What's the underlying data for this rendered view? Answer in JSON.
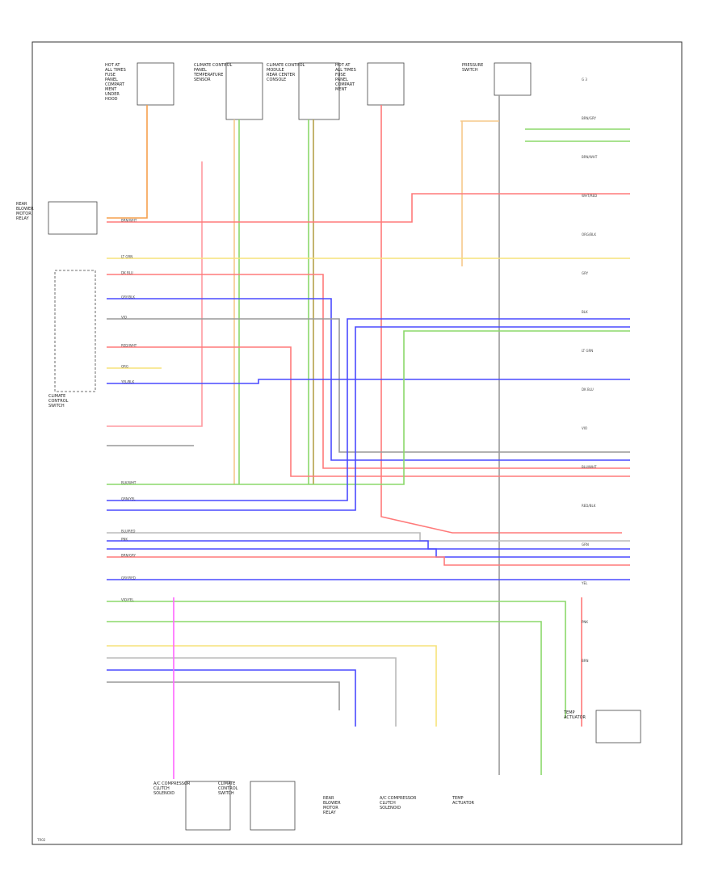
{
  "diagram": {
    "components": [
      {
        "id": "fuse-a",
        "lines": [
          "HOT AT",
          "ALL TIMES",
          "FUSE",
          "PANEL",
          "COMPART",
          "MENT",
          "UNDER",
          "HOOD"
        ]
      },
      {
        "id": "climate-panel",
        "lines": [
          "CLIMATE CONTROL",
          "PANEL",
          "TEMPERATURE",
          "SENSOR"
        ]
      },
      {
        "id": "climate-module",
        "lines": [
          "CLIMATE CONTROL",
          "MODULE",
          "REAR CENTER",
          "CONSOLE"
        ]
      },
      {
        "id": "fuse-b",
        "lines": [
          "HOT AT",
          "ALL TIMES",
          "FUSE",
          "PANEL",
          "COMPART",
          "MENT"
        ]
      },
      {
        "id": "pressure-switch",
        "lines": [
          "PRESSURE",
          "SWITCH"
        ]
      },
      {
        "id": "rear-blower",
        "lines": [
          "REAR",
          "BLOWER",
          "MOTOR",
          "RELAY"
        ]
      },
      {
        "id": "ac-clutch",
        "lines": [
          "A/C COMPRESSOR",
          "CLUTCH",
          "SOLENOID"
        ]
      },
      {
        "id": "climate-switch",
        "lines": [
          "CLIMATE",
          "CONTROL",
          "SWITCH"
        ]
      },
      {
        "id": "temp-actuator",
        "lines": [
          "TEMP",
          "ACTUATOR"
        ]
      }
    ],
    "small_labels": [
      "G 3",
      "BRN/GRY",
      "BRN/WHT",
      "WHT/RED",
      "ORG/BLK",
      "GRY",
      "BLK",
      "LT GRN",
      "DK BLU",
      "VIO",
      "BLU/WHT",
      "RED/BLK",
      "GRN",
      "YEL",
      "PNK",
      "BRN"
    ],
    "wire_labels": [
      "BRN/WHT",
      "LT GRN",
      "DK BLU",
      "GRY/BLK",
      "VIO",
      "RED/WHT",
      "ORG",
      "YEL/BLK",
      "BLK/WHT",
      "GRN/YEL",
      "BLU/RED",
      "PNK",
      "BRN/GRY",
      "GRY/RED",
      "VIO/YEL"
    ],
    "footer": "TR02"
  }
}
